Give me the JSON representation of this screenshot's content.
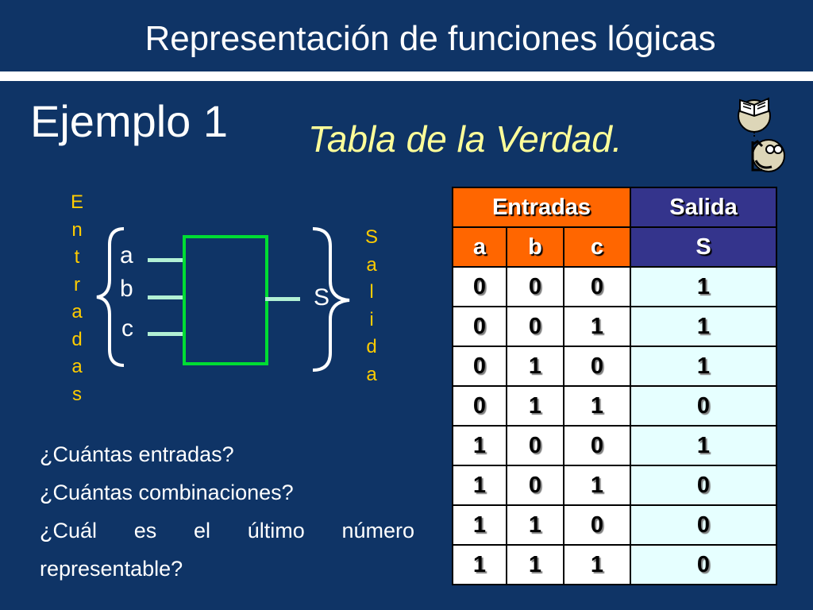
{
  "slide": {
    "title": "Representación de funciones lógicas",
    "heading": "Ejemplo 1",
    "subtitle": "Tabla de la Verdad."
  },
  "diagram": {
    "inputs_vertical": [
      "E",
      "n",
      "t",
      "r",
      "a",
      "d",
      "a",
      "s"
    ],
    "outputs_vertical": [
      "S",
      "a",
      "l",
      "i",
      "d",
      "a"
    ],
    "input_labels": [
      "a",
      "b",
      "c"
    ],
    "output_label": "S"
  },
  "questions": [
    "¿Cuántas entradas?",
    "¿Cuántas combinaciones?",
    "¿Cuál es el último número",
    "representable?"
  ],
  "truth_table": {
    "group_headers": [
      "Entradas",
      "Salida"
    ],
    "columns": [
      "a",
      "b",
      "c",
      "S"
    ],
    "rows": [
      [
        "0",
        "0",
        "0",
        "1"
      ],
      [
        "0",
        "0",
        "1",
        "1"
      ],
      [
        "0",
        "1",
        "0",
        "1"
      ],
      [
        "0",
        "1",
        "1",
        "0"
      ],
      [
        "1",
        "0",
        "0",
        "1"
      ],
      [
        "1",
        "0",
        "1",
        "0"
      ],
      [
        "1",
        "1",
        "0",
        "0"
      ],
      [
        "1",
        "1",
        "1",
        "0"
      ]
    ]
  },
  "colors": {
    "background": "#0f3466",
    "subtitle": "#ffff99",
    "vertical_labels": "#ffcc00",
    "gate": "#00dd33",
    "header_inputs": "#ffff6600",
    "header_output": "#34348c"
  },
  "icons": [
    "book-icon",
    "face-icon"
  ]
}
